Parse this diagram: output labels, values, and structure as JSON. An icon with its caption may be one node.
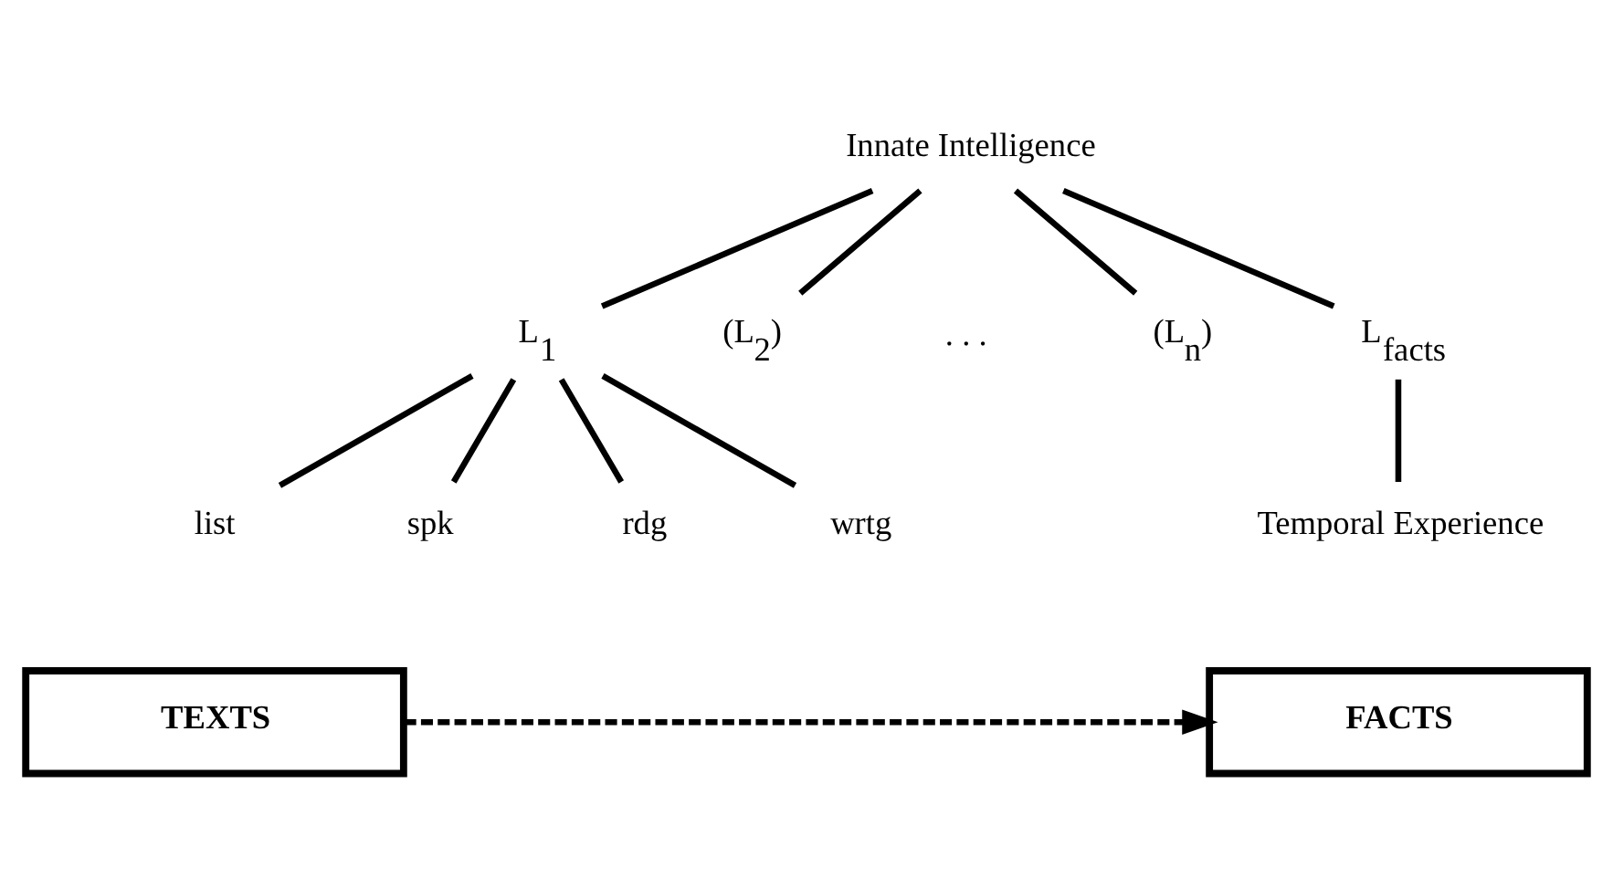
{
  "diagram": {
    "nodes": [
      {
        "text": [
          "Innate Intelligence"
        ]
      },
      {
        "text": [
          "L$_{1}$"
        ]
      },
      {
        "text": [
          "(L$_{2}$)"
        ]
      },
      {
        "text": [
          "(L$_{n}$)"
        ]
      },
      {
        "text": [
          "L$_{facts}$"
        ]
      },
      {
        "text": [
          "list"
        ]
      },
      {
        "text": [
          "spk"
        ]
      },
      {
        "text": [
          "rdg"
        ]
      },
      {
        "text": [
          "wrtg"
        ]
      },
      {
        "text": [
          "Temporal Experience"
        ]
      },
      {
        "text": [
          "TEXTS"
        ]
      },
      {
        "text": [
          "FACTS"
        ]
      }
    ],
    "edges": [
      {
        "from": 0,
        "to": 1,
        "arrow": "none"
      },
      {
        "from": 0,
        "to": 2,
        "arrow": "none"
      },
      {
        "from": 0,
        "to": 3,
        "arrow": "none"
      },
      {
        "from": 0,
        "to": 4,
        "arrow": "none"
      },
      {
        "from": 1,
        "to": 5,
        "arrow": "none"
      },
      {
        "from": 1,
        "to": 6,
        "arrow": "none"
      },
      {
        "from": 1,
        "to": 7,
        "arrow": "none"
      },
      {
        "from": 1,
        "to": 8,
        "arrow": "none"
      },
      {
        "from": 4,
        "to": 9,
        "arrow": "none"
      },
      {
        "from": 10,
        "to": 11,
        "arrow": "to",
        "style": "dashed"
      }
    ],
    "labels": [
      ". . ."
    ]
  }
}
